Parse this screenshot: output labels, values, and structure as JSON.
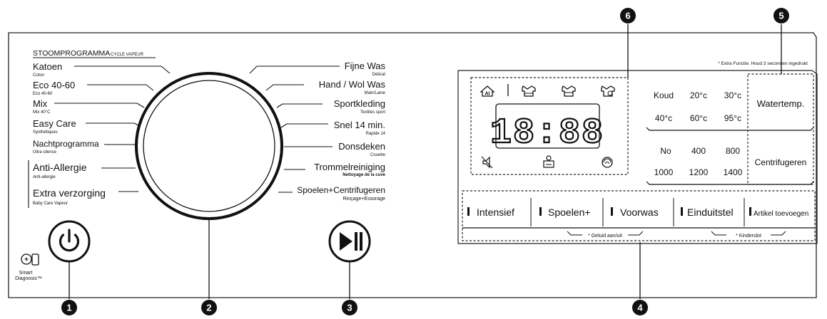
{
  "left_panel": {
    "header": {
      "title": "STOOMPROGRAMMA",
      "subtitle": "CYCLE VAPEUR"
    },
    "programs_left": [
      {
        "label": "Katoen",
        "sub": "Coton"
      },
      {
        "label": "Eco 40-60",
        "sub": "Eco 40-60"
      },
      {
        "label": "Mix",
        "sub": "Mix 40°C"
      },
      {
        "label": "Easy Care",
        "sub": "Synthétiques"
      },
      {
        "label": "Nachtprogramma",
        "sub": "Ultra silence"
      },
      {
        "label": "Anti-Allergie",
        "sub": "Anti-allergie"
      },
      {
        "label": "Extra verzorging",
        "sub": "Baby Care Vapeur"
      }
    ],
    "programs_right": [
      {
        "label": "Fijne Was",
        "sub": "Délicat"
      },
      {
        "label": "Hand / Wol Was",
        "sub": "Main/Laine"
      },
      {
        "label": "Sportkleding",
        "sub": "Textiles sport"
      },
      {
        "label": "Snel 14 min.",
        "sub": "Rapide 14"
      },
      {
        "label": "Donsdeken",
        "sub": "Couette"
      },
      {
        "label": "Trommelreiniging",
        "sub": "Nettoyage de la cuve"
      },
      {
        "label": "Spoelen+Centrifugeren",
        "sub": "Rinçage+Essorage"
      }
    ],
    "smart_diagnosis": {
      "line1": "Smart",
      "line2": "Diagnosis™",
      "icon": "smart-diagnosis-icon"
    },
    "power_icon": "power-icon",
    "start_pause_icon": "play-pause-icon"
  },
  "callouts": [
    "1",
    "2",
    "3",
    "4",
    "5",
    "6"
  ],
  "display": {
    "note": "* Extra Functie: Houd 3 seconden ingedrukt",
    "time": "18:88",
    "top_icons": [
      "ai-icon",
      "prewash-icon",
      "shirt-icon",
      "steam-shirt-icon"
    ],
    "bottom_icons": [
      "mute-icon",
      "child-lock-icon",
      "wifi-icon"
    ],
    "temps": [
      "Koud",
      "20°c",
      "30°c",
      "40°c",
      "60°c",
      "95°c"
    ],
    "spins": [
      "No",
      "400",
      "800",
      "1000",
      "1200",
      "1400"
    ],
    "water_temp_label": "Watertemp.",
    "spin_label": "Centrifugeren",
    "options": [
      "Intensief",
      "Spoelen+",
      "Voorwas",
      "Einduitstel",
      "Artikel toevoegen"
    ],
    "combo_sound": "* Geluid aan/uit",
    "combo_childlock": "* Kinderslot"
  }
}
